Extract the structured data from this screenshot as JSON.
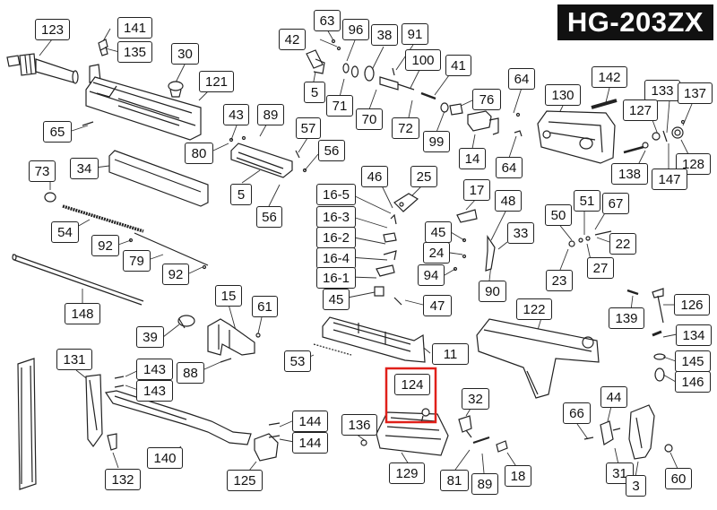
{
  "title": "HG-203ZX",
  "highlight_color": "#e0201a",
  "labels": {
    "l123": "123",
    "l141": "141",
    "l135": "135",
    "l30": "30",
    "l121": "121",
    "l65": "65",
    "l43": "43",
    "l89a": "89",
    "l80": "80",
    "l57": "57",
    "l56a": "56",
    "l5a": "5",
    "l56b": "56",
    "l34": "34",
    "l73": "73",
    "l54": "54",
    "l92a": "92",
    "l79": "79",
    "l92b": "92",
    "l148": "148",
    "l63": "63",
    "l42": "42",
    "l96": "96",
    "l38": "38",
    "l91": "91",
    "l5b": "5",
    "l71": "71",
    "l70": "70",
    "l100": "100",
    "l41": "41",
    "l72": "72",
    "l99": "99",
    "l76": "76",
    "l64a": "64",
    "l14": "14",
    "l64b": "64",
    "l130": "130",
    "l142": "142",
    "l133": "133",
    "l137": "137",
    "l127": "127",
    "l128": "128",
    "l138": "138",
    "l147": "147",
    "l46": "46",
    "l25": "25",
    "l16_5": "16-5",
    "l16_3": "16-3",
    "l16_2": "16-2",
    "l16_4": "16-4",
    "l16_1": "16-1",
    "l45a": "45",
    "l47": "47",
    "l17": "17",
    "l48": "48",
    "l45b": "45",
    "l24": "24",
    "l33": "33",
    "l94": "94",
    "l90": "90",
    "l50": "50",
    "l51": "51",
    "l67": "67",
    "l22": "22",
    "l23": "23",
    "l27": "27",
    "l15": "15",
    "l61": "61",
    "l39": "39",
    "l88": "88",
    "l53": "53",
    "l11": "11",
    "l122": "122",
    "l139": "139",
    "l126": "126",
    "l134": "134",
    "l145": "145",
    "l146": "146",
    "l131": "131",
    "l143a": "143",
    "l143b": "143",
    "l124": "124",
    "l32": "32",
    "l66": "66",
    "l44": "44",
    "l136": "136",
    "l144a": "144",
    "l144b": "144",
    "l132": "132",
    "l140": "140",
    "l125": "125",
    "l129": "129",
    "l81": "81",
    "l89b": "89",
    "l18": "18",
    "l31": "31",
    "l3": "3",
    "l60": "60"
  }
}
